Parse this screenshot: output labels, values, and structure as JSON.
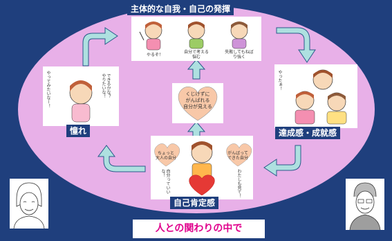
{
  "labels": {
    "top": "主体的な自我・自己の発揮",
    "left": "憧れ",
    "right": "達成感・成就感",
    "bottom": "自己肯定感"
  },
  "banner": "人との関わりの中で",
  "top_panel": {
    "captions": [
      "やるぞ！",
      "自分で考える\n悩む",
      "失敗してもねばり強く"
    ]
  },
  "left_panel": {
    "bubble_left": "やってみたいなー！",
    "bubble_right": "できるかな？\nやりたいな！"
  },
  "right_panel": {
    "bubble": "やったぁ！"
  },
  "center_heart": "くじけずに\nがんばれる\n自分が見える",
  "bottom_panel": {
    "heart_left": "ちょっと\n大人の自分",
    "heart_right": "がんばって\nできた自分",
    "bottom_left": "自分っていいな！",
    "bottom_right": "わたしも見て！"
  },
  "colors": {
    "background": "#1f3f7d",
    "ellipse": "#e8b0e8",
    "arrow": "#aee0e0",
    "banner_text": "#e0008c"
  }
}
